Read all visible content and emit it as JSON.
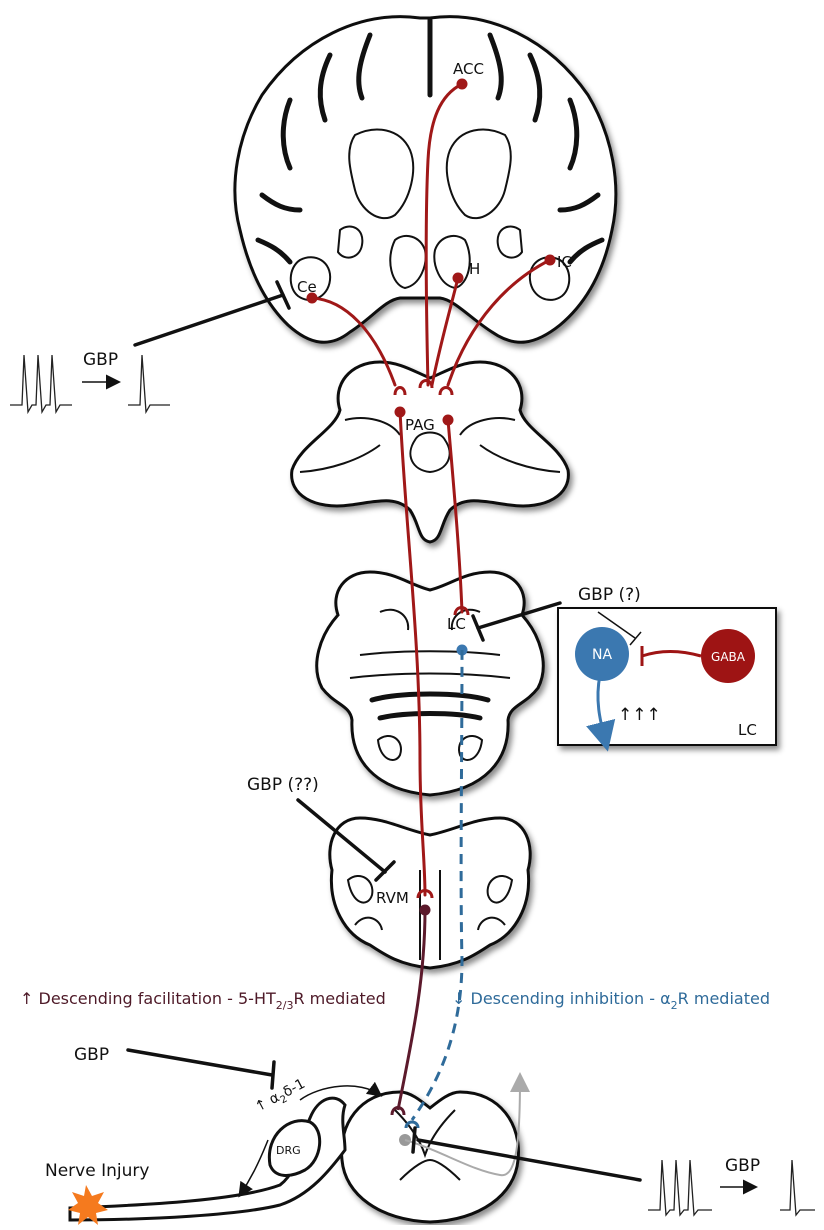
{
  "regions": {
    "acc": "ACC",
    "ce": "Ce",
    "h": "H",
    "ic": "IC",
    "pag": "PAG",
    "lc": "LC",
    "rvm": "RVM",
    "drg": "DRG"
  },
  "gbp_labels": {
    "amygdala": "GBP",
    "lc": "GBP (?)",
    "rvm": "GBP (??)",
    "drg": "GBP",
    "dorsal_horn": "GBP"
  },
  "inset": {
    "na": "NA",
    "gaba": "GABA",
    "arrows": "↑↑↑",
    "region": "LC"
  },
  "captions": {
    "facilitation_prefix": "↑ Descending facilitation - 5-HT",
    "facilitation_sub": "2/3",
    "facilitation_suffix": "R mediated",
    "inhibition_prefix": "↓ Descending inhibition - α",
    "inhibition_sub": "2",
    "inhibition_suffix": "R mediated"
  },
  "alpha_label": {
    "prefix": "↑ α",
    "sub1": "2",
    "mid": "δ-",
    "sub2": "1"
  },
  "nerve_injury": "Nerve Injury",
  "colors": {
    "facilitation": "#a01818",
    "inhibition": "#2f6b9a",
    "na_neuron": "#3b78b0",
    "gaba_neuron": "#9e1414",
    "spinal_path": "#5c1a2c"
  }
}
